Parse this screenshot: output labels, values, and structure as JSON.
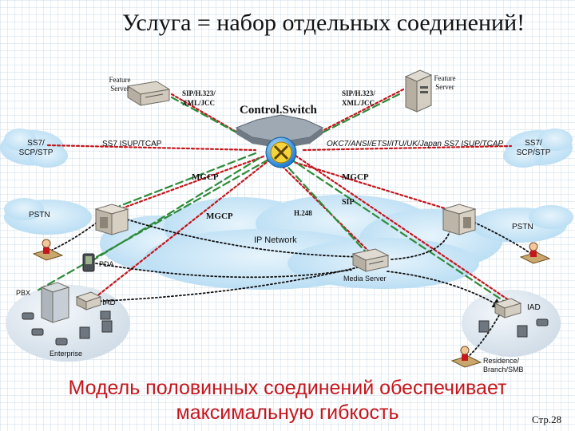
{
  "title": "Услуга = набор отдельных соединений!",
  "subtitle_line1": "Модель половинных соединений обеспечивает",
  "subtitle_line2": "максимальную гибкость",
  "page_number": "Стр.28",
  "labels": {
    "feature_server_left": [
      "Feature",
      "Server"
    ],
    "feature_server_right": [
      "Feature",
      "Server"
    ],
    "sip_left": [
      "SIP/H.323/",
      "XML/JCC"
    ],
    "sip_right": [
      "SIP/H.323/",
      "XML/JCC"
    ],
    "control_switch": "Control.Switch",
    "ss7_left": [
      "SS7/",
      "SCP/STP"
    ],
    "ss7_right": [
      "SS7/",
      "SCP/STP"
    ],
    "ss7_isup_left": "SS7 ISUP/TCAP",
    "okc7": "OKC7/ANSI/ETSI/ITU/UK/Japan SS7 ISUP/TCAP",
    "mgcp_left": "MGCP",
    "mgcp_right": "MGCP",
    "mgcp_mid": "MGCP",
    "h248": "H.248",
    "sip": "SIP",
    "pstn_left": "PSTN",
    "pstn_right": "PSTN",
    "ip_network": "IP Network",
    "pda": "PDA",
    "media_server": "Media Server",
    "pbx": "PBX",
    "iad_left": "IAD",
    "iad_right": "IAD",
    "enterprise": "Enterprise",
    "residence": [
      "Residence/",
      "Branch/SMB"
    ]
  },
  "colors": {
    "signal_red": "#c4161c",
    "media_green": "#2e8b3a",
    "cloud_blue": "#c9e6f7",
    "subtitle_red": "#c4161c"
  }
}
